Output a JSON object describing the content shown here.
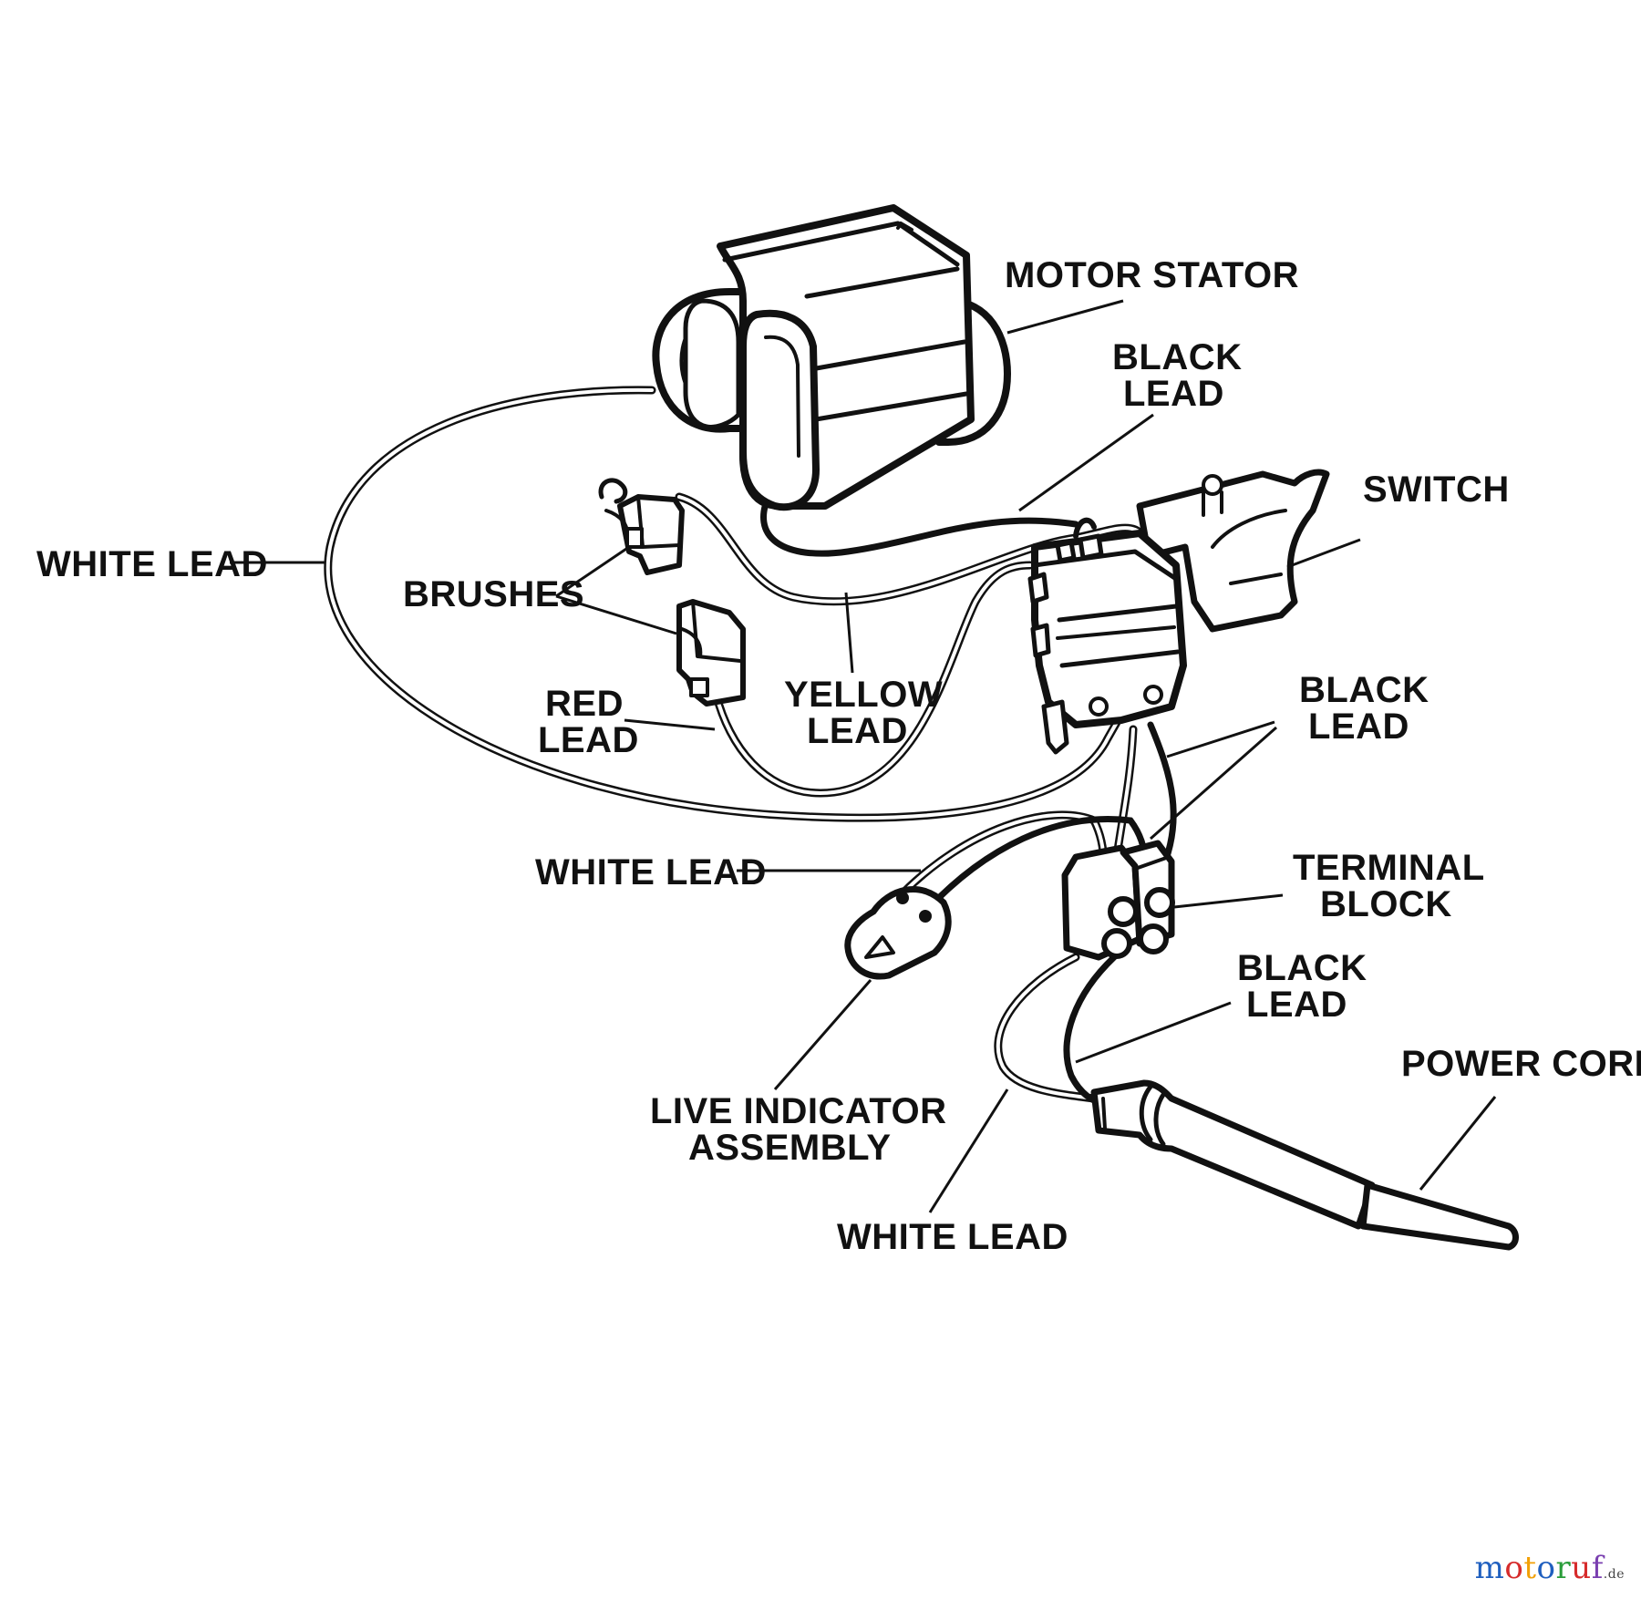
{
  "labels": {
    "motor_stator": "MOTOR STATOR",
    "black_lead_top_1": "BLACK",
    "black_lead_top_2": "LEAD",
    "switch": "SWITCH",
    "white_lead_left": "WHITE LEAD",
    "brushes": "BRUSHES",
    "yellow_lead_1": "YELLOW",
    "yellow_lead_2": "LEAD",
    "red_lead_1": "RED",
    "red_lead_2": "LEAD",
    "black_lead_mid_1": "BLACK",
    "black_lead_mid_2": "LEAD",
    "white_lead_mid": "WHITE LEAD",
    "terminal_block_1": "TERMINAL",
    "terminal_block_2": "BLOCK",
    "black_lead_low_1": "BLACK",
    "black_lead_low_2": "LEAD",
    "power_cord": "POWER CORD",
    "live_indicator_1": "LIVE INDICATOR",
    "live_indicator_2": "ASSEMBLY",
    "white_lead_bottom": "WHITE LEAD"
  },
  "watermark": {
    "name": "motoruf",
    "suffix": ".de",
    "colors": [
      "#1f5fbf",
      "#d62b2b",
      "#f2a007",
      "#1f5fbf",
      "#2a9d3a",
      "#d62b2b",
      "#7a3fb0"
    ]
  }
}
